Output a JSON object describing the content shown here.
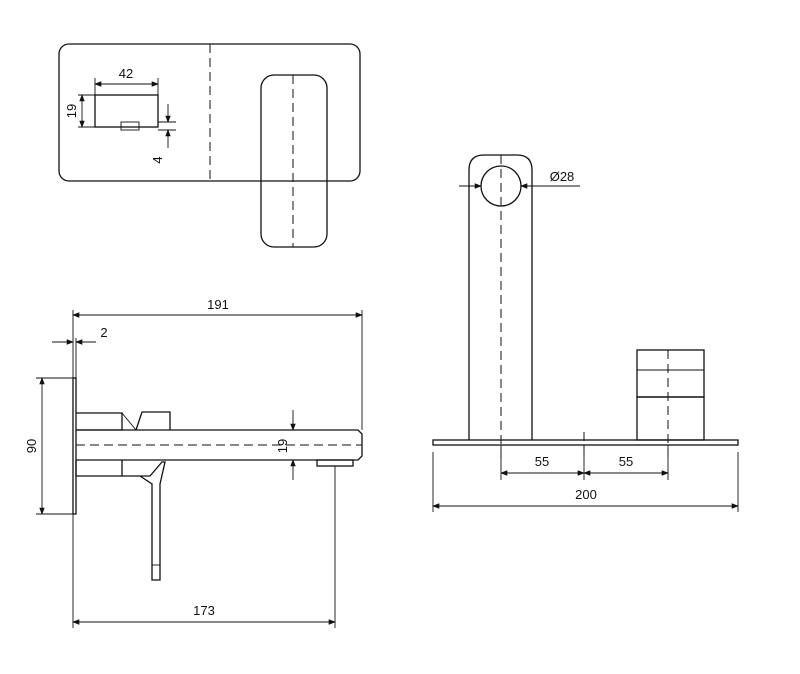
{
  "dimensions": {
    "top_view": {
      "width": "42",
      "height": "19",
      "gap": "4"
    },
    "side_view": {
      "overall_length": "191",
      "plate_thickness": "2",
      "plate_height": "90",
      "spout_height": "19",
      "projection": "173"
    },
    "front_view": {
      "outlet_diameter": "Ø28",
      "spacing_left": "55",
      "spacing_right": "55",
      "overall_width": "200"
    }
  }
}
